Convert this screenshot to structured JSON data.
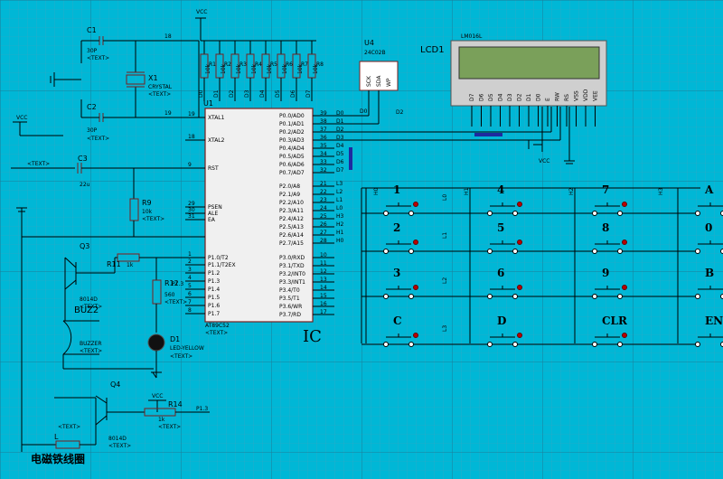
{
  "power": {
    "vcc": "VCC"
  },
  "crystal_section": {
    "c1": {
      "name": "C1",
      "value": "30P",
      "text": "<TEXT>"
    },
    "c2": {
      "name": "C2",
      "value": "30P",
      "text": "<TEXT>"
    },
    "x1": {
      "name": "X1",
      "value": "CRYSTAL",
      "text": "<TEXT>"
    },
    "pin18": "18",
    "pin19": "19"
  },
  "reset_section": {
    "c3": {
      "name": "C3",
      "value": "22u",
      "text": "<TEXT>"
    },
    "r9": {
      "name": "R9",
      "value": "10k",
      "text": "<TEXT>"
    },
    "text_left": "<TEXT>"
  },
  "resistor_array": {
    "names": [
      "R1",
      "R2",
      "R3",
      "R4",
      "R5",
      "R6",
      "R7",
      "R8"
    ],
    "values": [
      "10k",
      "10k",
      "10k",
      "10k",
      "10k",
      "10k",
      "10k",
      "10k"
    ],
    "pin_labels": [
      "D0",
      "D1",
      "D2",
      "D3",
      "D4",
      "D5",
      "D6",
      "D7"
    ]
  },
  "u4": {
    "name": "U4",
    "part": "24C02B",
    "pins": [
      "SCK",
      "SDA",
      "WP"
    ]
  },
  "lcd": {
    "name": "LCD1",
    "part": "LM016L",
    "pins": [
      "D7",
      "D6",
      "D5",
      "D4",
      "D3",
      "D2",
      "D1",
      "D0",
      "E",
      "RW",
      "RS",
      "VSS",
      "VDD",
      "VEE"
    ]
  },
  "mcu": {
    "name": "U1",
    "part": "AT89C52",
    "ic_label": "IC",
    "text": "<TEXT>",
    "left_pins": [
      {
        "num": "19",
        "name": "XTAL1"
      },
      {
        "num": "18",
        "name": "XTAL2"
      },
      {
        "num": "9",
        "name": "RST"
      },
      {
        "num": "29",
        "name": "PSEN"
      },
      {
        "num": "30",
        "name": "ALE"
      },
      {
        "num": "31",
        "name": "EA"
      },
      {
        "num": "1",
        "name": "P1.0/T2"
      },
      {
        "num": "2",
        "name": "P1.1/T2EX"
      },
      {
        "num": "3",
        "name": "P1.2"
      },
      {
        "num": "4",
        "name": "P1.3"
      },
      {
        "num": "5",
        "name": "P1.4"
      },
      {
        "num": "6",
        "name": "P1.5"
      },
      {
        "num": "7",
        "name": "P1.6"
      },
      {
        "num": "8",
        "name": "P1.7"
      }
    ],
    "right_pins": [
      {
        "num": "39",
        "name": "P0.0/AD0",
        "net": "D0"
      },
      {
        "num": "38",
        "name": "P0.1/AD1",
        "net": "D1"
      },
      {
        "num": "37",
        "name": "P0.2/AD2",
        "net": "D2"
      },
      {
        "num": "36",
        "name": "P0.3/AD3",
        "net": "D3"
      },
      {
        "num": "35",
        "name": "P0.4/AD4",
        "net": "D4"
      },
      {
        "num": "34",
        "name": "P0.5/AD5",
        "net": "D5"
      },
      {
        "num": "33",
        "name": "P0.6/AD6",
        "net": "D6"
      },
      {
        "num": "32",
        "name": "P0.7/AD7",
        "net": "D7"
      },
      {
        "num": "21",
        "name": "P2.0/A8",
        "net": "L3"
      },
      {
        "num": "22",
        "name": "P2.1/A9",
        "net": "L2"
      },
      {
        "num": "23",
        "name": "P2.2/A10",
        "net": "L1"
      },
      {
        "num": "24",
        "name": "P2.3/A11",
        "net": "L0"
      },
      {
        "num": "25",
        "name": "P2.4/A12",
        "net": "H3"
      },
      {
        "num": "26",
        "name": "P2.5/A13",
        "net": "H2"
      },
      {
        "num": "27",
        "name": "P2.6/A14",
        "net": "H1"
      },
      {
        "num": "28",
        "name": "P2.7/A15",
        "net": "H0"
      },
      {
        "num": "10",
        "name": "P3.0/RXD",
        "net": ""
      },
      {
        "num": "11",
        "name": "P3.1/TXD",
        "net": ""
      },
      {
        "num": "12",
        "name": "P3.2/INT0",
        "net": ""
      },
      {
        "num": "13",
        "name": "P3.3/INT1",
        "net": ""
      },
      {
        "num": "14",
        "name": "P3.4/T0",
        "net": ""
      },
      {
        "num": "15",
        "name": "P3.5/T1",
        "net": ""
      },
      {
        "num": "16",
        "name": "P3.6/WR",
        "net": ""
      },
      {
        "num": "17",
        "name": "P3.7/RD",
        "net": ""
      }
    ]
  },
  "drivers": {
    "q3": {
      "name": "Q3",
      "part": "8014D",
      "text": "<TEXT>"
    },
    "r11": {
      "name": "R11",
      "value": "1k",
      "text": "<TEXT>"
    },
    "r12": {
      "name": "R12",
      "value": "560",
      "text": "<TEXT>"
    },
    "p13_label": "P1.3",
    "buz2": {
      "name": "BUZ2",
      "part": "BUZZER",
      "text": "<TEXT>"
    },
    "d1": {
      "name": "D1",
      "part": "LED-YELLOW",
      "text": "<TEXT>"
    },
    "q4": {
      "name": "Q4",
      "part": "8014D",
      "text": "<TEXT>"
    },
    "r14": {
      "name": "R14",
      "value": "1k",
      "text": "<TEXT>"
    },
    "p13_net": "P1.3",
    "coil": {
      "name": "L",
      "text": "<TEXT>"
    },
    "coil_caption": "电磁铁线圈"
  },
  "keypad": {
    "col_labels": [
      "H0",
      "H1",
      "H2",
      "H3"
    ],
    "row_labels": [
      "L0",
      "L1",
      "L2",
      "L3"
    ],
    "keys": [
      "1",
      "4",
      "7",
      "A",
      "2",
      "5",
      "8",
      "0",
      "3",
      "6",
      "9",
      "B",
      "C",
      "D",
      "CLR",
      "ENTER"
    ]
  }
}
